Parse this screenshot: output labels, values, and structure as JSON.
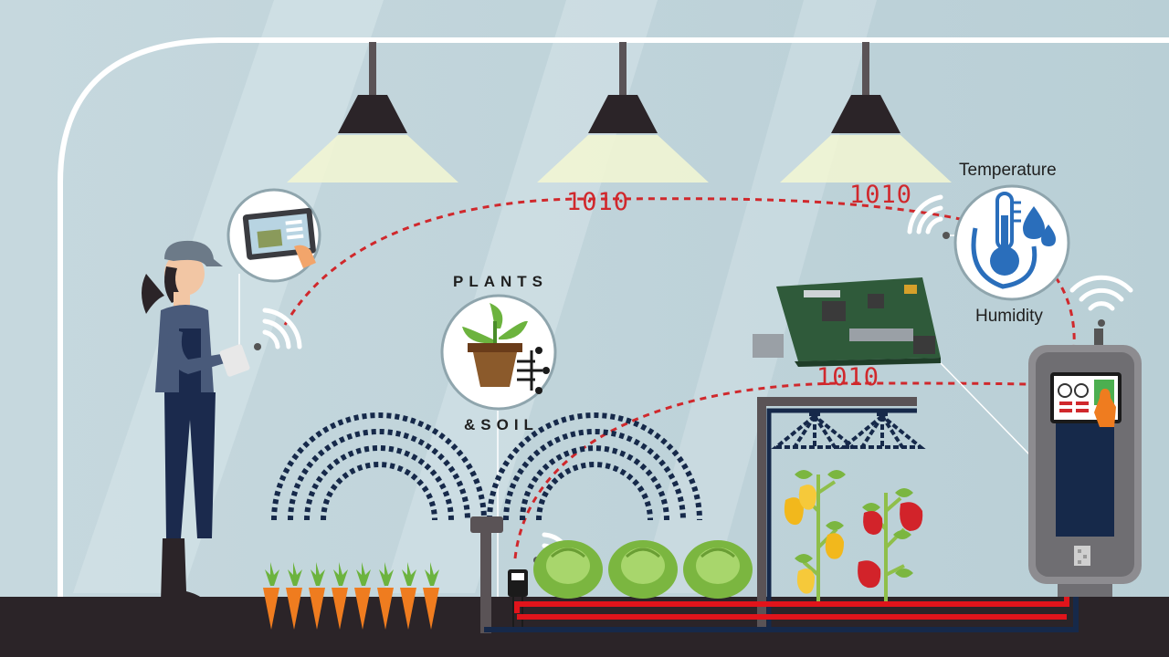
{
  "labels": {
    "plants": "PLANTS",
    "soil": "&SOIL",
    "temperature": "Temperature",
    "humidity": "Humidity"
  },
  "data_codes": [
    "1010",
    "1010",
    "1010"
  ],
  "colors": {
    "background": "#c9dadf",
    "ground": "#2b2428",
    "navy": "#16294a",
    "data_line": "#d0282c",
    "light_beam": "#f3f7d2",
    "lamp": "#2b2428",
    "signal": "#ffffff"
  },
  "icons": [
    "farmer-figure",
    "tablet-app-icon",
    "plant-soil-icon",
    "thermometer-droplet-icon",
    "circuit-board",
    "control-cabinet",
    "wifi-icon",
    "sprinkler",
    "carrot",
    "cabbage",
    "pepper-plant",
    "lamp"
  ]
}
